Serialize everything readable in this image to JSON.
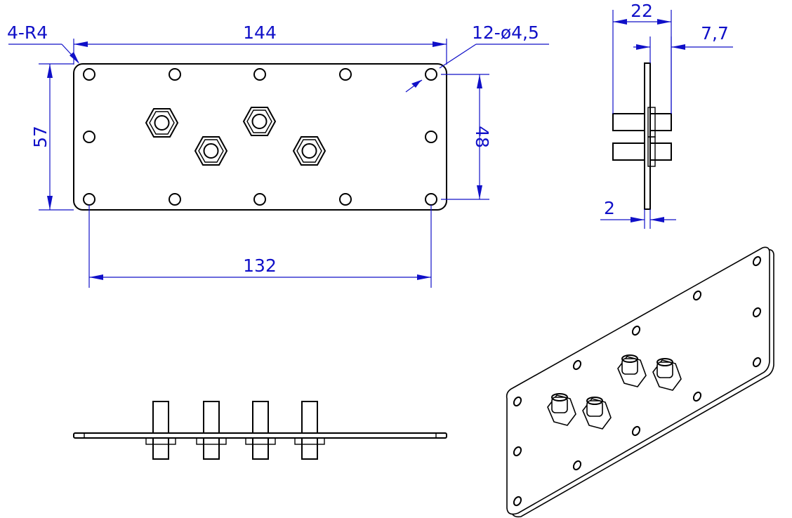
{
  "drawing": {
    "colors": {
      "dimension": "#1010c8",
      "outline": "#000000",
      "background": "#ffffff"
    },
    "front_view": {
      "corner_label": "4-R4",
      "width_label": "144",
      "hole_label": "12-ø4,5",
      "height_label": "57",
      "hole_height_label": "48",
      "hole_span_label": "132"
    },
    "side_view": {
      "depth_label": "22",
      "offset_label": "7,7",
      "thickness_label": "2"
    }
  }
}
